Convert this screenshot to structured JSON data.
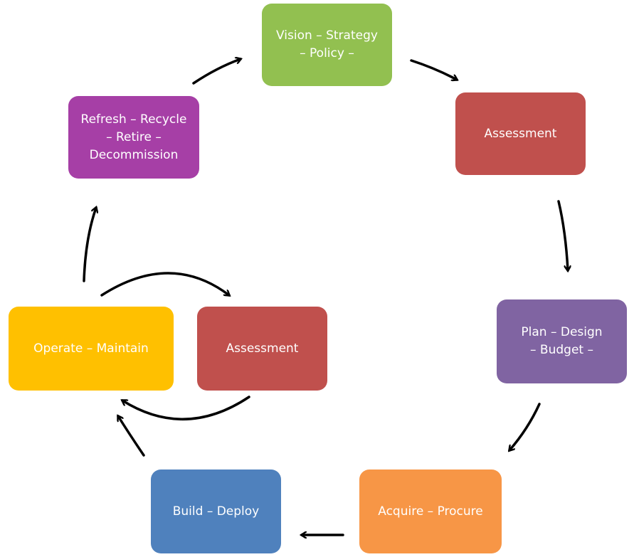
{
  "diagram": {
    "nodes": [
      {
        "id": "vision",
        "label": "Vision – Strategy\n– Policy –",
        "color": "#92C050"
      },
      {
        "id": "assess1",
        "label": "Assessment",
        "color": "#C0504D"
      },
      {
        "id": "plan",
        "label": "Plan – Design\n– Budget –",
        "color": "#8064A2"
      },
      {
        "id": "acquire",
        "label": "Acquire – Procure",
        "color": "#F79646"
      },
      {
        "id": "build",
        "label": "Build – Deploy",
        "color": "#4F81BD"
      },
      {
        "id": "operate",
        "label": "Operate –  Maintain",
        "color": "#FFC000"
      },
      {
        "id": "assess2",
        "label": "Assessment",
        "color": "#C0504D"
      },
      {
        "id": "refresh",
        "label": "Refresh – Recycle\n– Retire –\nDecommission",
        "color": "#A63FA6"
      }
    ],
    "edges": [
      {
        "from": "refresh",
        "to": "vision"
      },
      {
        "from": "vision",
        "to": "assess1"
      },
      {
        "from": "assess1",
        "to": "plan"
      },
      {
        "from": "plan",
        "to": "acquire"
      },
      {
        "from": "acquire",
        "to": "build"
      },
      {
        "from": "build",
        "to": "operate"
      },
      {
        "from": "operate",
        "to": "assess2"
      },
      {
        "from": "assess2",
        "to": "operate"
      },
      {
        "from": "operate",
        "to": "refresh"
      }
    ],
    "arrow_color": "#000000"
  }
}
